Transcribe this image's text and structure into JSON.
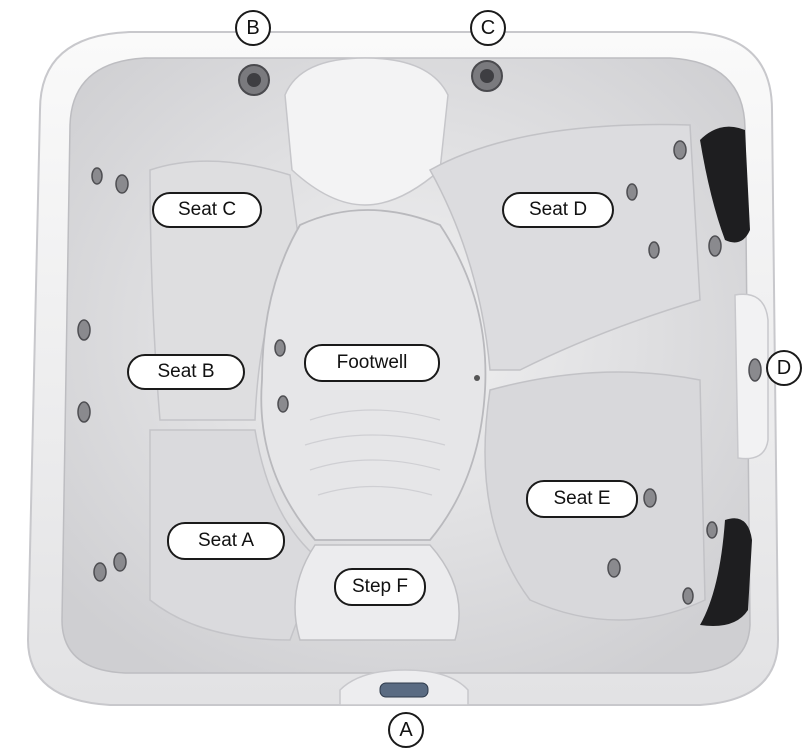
{
  "labels": {
    "seat_a": "Seat A",
    "seat_b": "Seat B",
    "seat_c": "Seat C",
    "seat_d": "Seat D",
    "seat_e": "Seat E",
    "step_f": "Step F",
    "footwell": "Footwell"
  },
  "markers": {
    "a": "A",
    "b": "B",
    "c": "C",
    "d": "D"
  },
  "colors": {
    "shell": "#e9e9ea",
    "rim": "#f4f4f4",
    "seat": "#dcdcde",
    "jet": "#6e6e72",
    "pillow": "#1e1e20",
    "outline": "#1a1a1a"
  }
}
